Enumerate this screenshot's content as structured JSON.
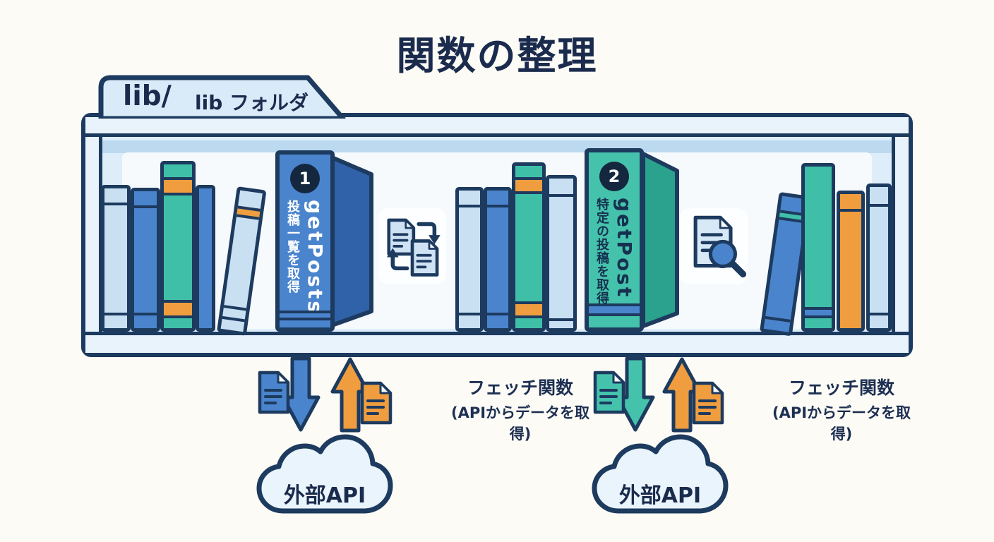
{
  "title": "関数の整理",
  "folder": {
    "name": "lib/",
    "label": "lib フォルダ"
  },
  "shelf": {
    "functions": [
      {
        "number": "1",
        "name": "getPosts",
        "description": "投稿一覧を取得",
        "spine_color": "#4a84cd",
        "side_color": "#2f62a8",
        "text_color": "#ffffff"
      },
      {
        "number": "2",
        "name": "getPost",
        "description": "特定の投稿を取得",
        "spine_color": "#45c2ac",
        "side_color": "#2aa28d",
        "text_color": "#16314f"
      }
    ],
    "icon_cards": [
      {
        "icon": "documents-transfer-icon"
      },
      {
        "icon": "document-search-icon"
      }
    ]
  },
  "flows": [
    {
      "caption_line1": "フェッチ関数",
      "caption_line2": "(APIからデータを取得)",
      "cloud_label": "外部API",
      "down_arrow_color": "#4a84cd",
      "up_arrow_color": "#ef9d3f",
      "down_doc_color": "#4a84cd",
      "up_doc_color": "#ef9d3f"
    },
    {
      "caption_line1": "フェッチ関数",
      "caption_line2": "(APIからデータを取得)",
      "cloud_label": "外部API",
      "down_arrow_color": "#45c2ac",
      "up_arrow_color": "#ef9d3f",
      "down_doc_color": "#45c2ac",
      "up_doc_color": "#ef9d3f"
    }
  ],
  "colors": {
    "outline": "#1d3a5f",
    "title_text": "#1b2b4d",
    "page_background": "#fcfbf6",
    "folder_tab": "#d9ebf9",
    "shelf_interior": "#ddeefa",
    "shelf_panel": "#f6fafd",
    "blue": "#4a84cd",
    "light_blue": "#c9e0f3",
    "teal": "#40bfa8",
    "orange": "#ef9d3f",
    "badge": "#14273f",
    "cloud_fill": "#e9f4fc"
  }
}
